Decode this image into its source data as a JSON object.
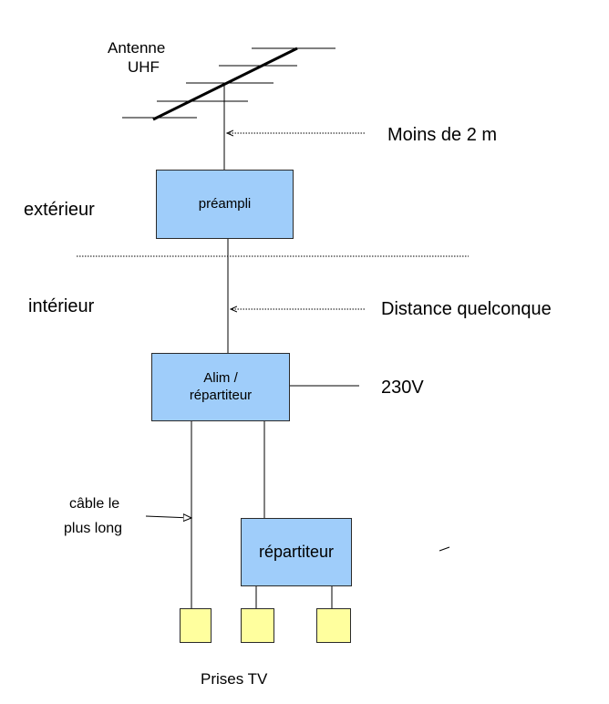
{
  "antenna": {
    "line1": "Antenne",
    "line2": "UHF"
  },
  "zones": {
    "exterior": "extérieur",
    "interior": "intérieur"
  },
  "annotations": {
    "short_cable": "Moins de 2 m",
    "any_distance": "Distance quelconque",
    "mains": "230V",
    "longest_cable_line1": "câble le",
    "longest_cable_line2": "plus long"
  },
  "boxes": {
    "preamp": "préampli",
    "psu_line1": "Alim /",
    "psu_line2": "répartiteur",
    "splitter": "répartiteur"
  },
  "outlets": {
    "label": "Prises TV"
  },
  "colors": {
    "box_fill": "#9fcdfa",
    "outlet_fill": "#ffff9e"
  }
}
